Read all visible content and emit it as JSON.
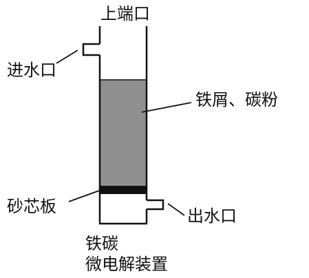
{
  "labels": {
    "top_port": "上端口",
    "inlet": "进水口",
    "fill": "铁屑、碳粉",
    "frit": "砂芯板",
    "outlet": "出水口",
    "caption_line1": "铁碳",
    "caption_line2": "微电解装置"
  },
  "colors": {
    "line": "#111111",
    "fill_gray": "#8f8f8f",
    "frit": "#111111",
    "background": "#ffffff"
  }
}
